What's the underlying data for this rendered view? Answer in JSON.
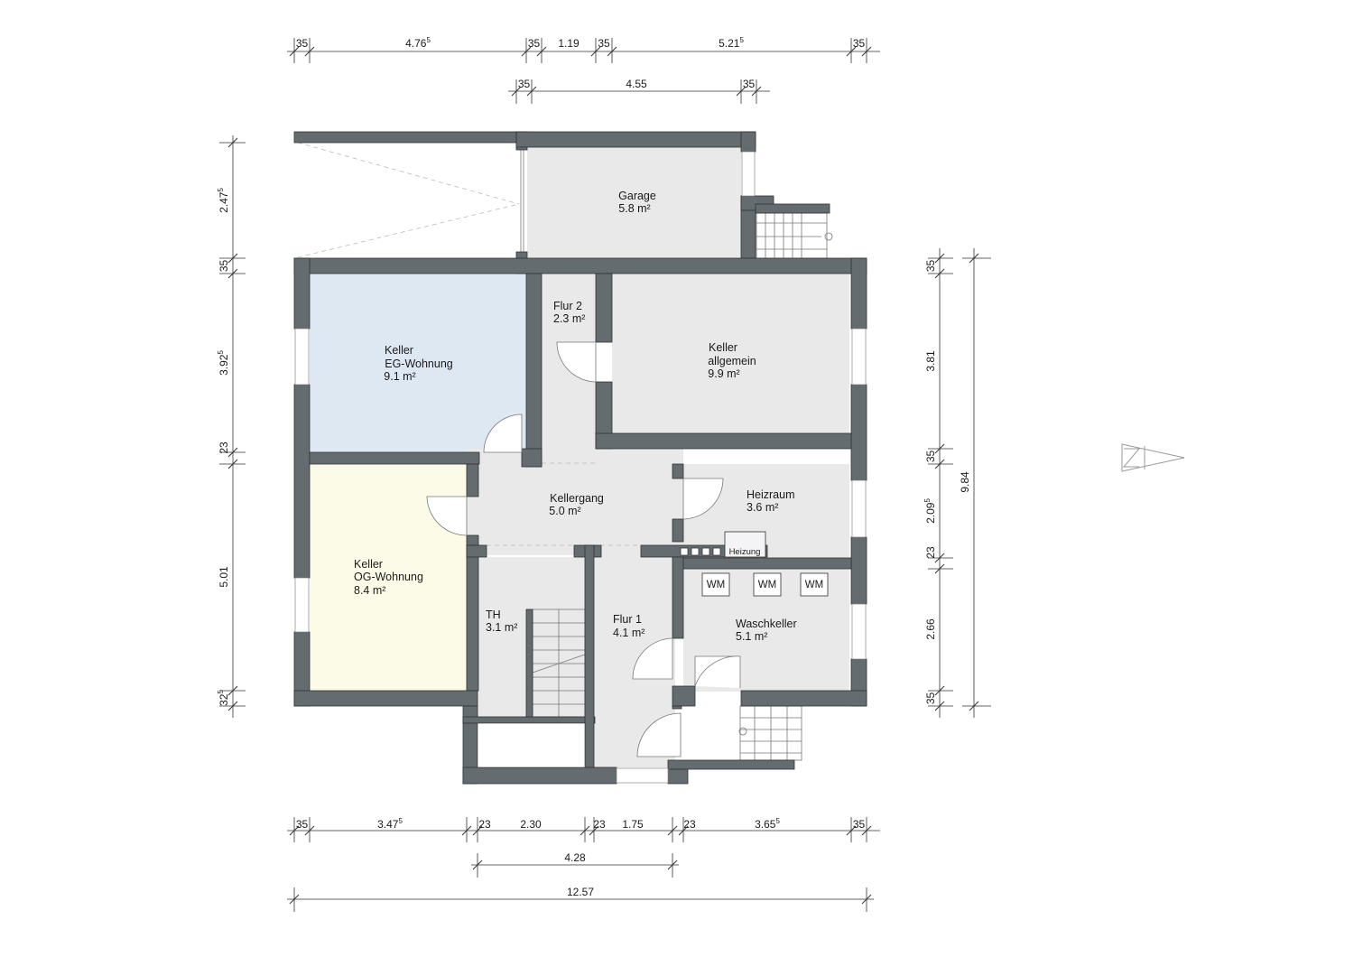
{
  "rooms": {
    "garage": {
      "name": "Garage",
      "area": "5.8 m²"
    },
    "flur2": {
      "name": "Flur 2",
      "area": "2.3 m²"
    },
    "keller_allgemein": {
      "name": "Keller",
      "name2": "allgemein",
      "area": "9.9 m²"
    },
    "keller_eg": {
      "name": "Keller",
      "name2": "EG-Wohnung",
      "area": "9.1 m²"
    },
    "kellergang": {
      "name": "Kellergang",
      "area": "5.0 m²"
    },
    "heizraum": {
      "name": "Heizraum",
      "area": "3.6 m²"
    },
    "keller_og": {
      "name": "Keller",
      "name2": "OG-Wohnung",
      "area": "8.4 m²"
    },
    "th": {
      "name": "TH",
      "area": "3.1 m²"
    },
    "flur1": {
      "name": "Flur 1",
      "area": "4.1 m²"
    },
    "waschkeller": {
      "name": "Waschkeller",
      "area": "5.1 m²"
    }
  },
  "fixtures": {
    "heizung": "Heizung",
    "wm": [
      "WM",
      "WM",
      "WM"
    ]
  },
  "colors": {
    "wall": "#646c70",
    "floor": "#e9e9e9",
    "keller_eg": "#dde8f3",
    "keller_og": "#fcfbe8"
  },
  "dimensions": {
    "top_row1": [
      {
        "v": "35",
        "s": ""
      },
      {
        "v": "4.76",
        "s": "5"
      },
      {
        "v": "35",
        "s": ""
      },
      {
        "v": "1.19",
        "s": ""
      },
      {
        "v": "35",
        "s": ""
      },
      {
        "v": "5.21",
        "s": "5"
      },
      {
        "v": "35",
        "s": ""
      }
    ],
    "top_row2": [
      {
        "v": "35",
        "s": ""
      },
      {
        "v": "4.55",
        "s": ""
      },
      {
        "v": "35",
        "s": ""
      }
    ],
    "bottom_row1": [
      {
        "v": "35",
        "s": ""
      },
      {
        "v": "3.47",
        "s": "5"
      },
      {
        "v": "23",
        "s": ""
      },
      {
        "v": "2.30",
        "s": ""
      },
      {
        "v": "23",
        "s": ""
      },
      {
        "v": "1.75",
        "s": ""
      },
      {
        "v": "23",
        "s": ""
      },
      {
        "v": "3.65",
        "s": "5"
      },
      {
        "v": "35",
        "s": ""
      }
    ],
    "bottom_row2": {
      "v": "4.28",
      "s": ""
    },
    "bottom_row3": {
      "v": "12.57",
      "s": ""
    },
    "left": [
      {
        "v": "2.47",
        "s": "5"
      },
      {
        "v": "35",
        "s": ""
      },
      {
        "v": "3.92",
        "s": "5"
      },
      {
        "v": "23",
        "s": ""
      },
      {
        "v": "5.01",
        "s": ""
      },
      {
        "v": "32",
        "s": "5"
      }
    ],
    "right": [
      {
        "v": "35",
        "s": ""
      },
      {
        "v": "3.81",
        "s": ""
      },
      {
        "v": "35",
        "s": ""
      },
      {
        "v": "2.09",
        "s": "5"
      },
      {
        "v": "23",
        "s": ""
      },
      {
        "v": "2.66",
        "s": ""
      },
      {
        "v": "35",
        "s": ""
      }
    ],
    "right_total": {
      "v": "9.84",
      "s": ""
    }
  }
}
